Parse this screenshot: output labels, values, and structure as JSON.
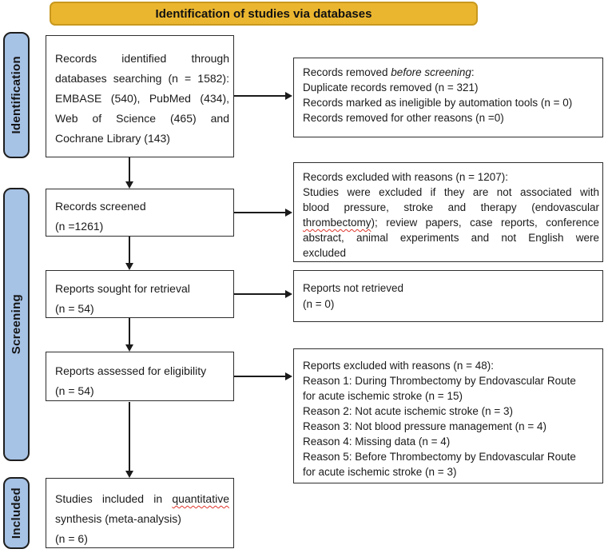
{
  "banner": {
    "label": "Identification of studies via databases"
  },
  "sidebar": {
    "identification": "Identification",
    "screening": "Screening",
    "included": "Included"
  },
  "boxes": {
    "records_identified": {
      "lines": [
        "Records identified through",
        "databases searching (n = 1582):",
        "EMBASE (540), PubMed (434),",
        "Web of Science (465) and",
        "Cochrane Library (143)"
      ]
    },
    "records_screened": {
      "lines": [
        "Records screened",
        "(n =1261)"
      ]
    },
    "reports_sought": {
      "lines": [
        "Reports sought for retrieval",
        "(n = 54)"
      ]
    },
    "reports_assessed": {
      "lines": [
        "Reports assessed for eligibility",
        "(n = 54)"
      ]
    },
    "studies_included": {
      "line1_pre": "Studies included in ",
      "line1_misspelled": "quantitative",
      "line2": "synthesis (meta-analysis)",
      "line3": "(n = 6)"
    }
  },
  "side_boxes": {
    "records_removed": {
      "line1_pre": "Records removed ",
      "line1_italic": "before screening",
      "line1_post": ":",
      "line2": "Duplicate records removed (n = 321)",
      "line3": "Records marked as ineligible by automation tools (n = 0)",
      "line4": "Records removed for other reasons (n =0)"
    },
    "records_excluded": {
      "line1": "Records excluded with reasons (n = 1207):",
      "body_line1": "Studies were excluded if they are not associated with",
      "body_line2": "blood pressure, stroke and therapy (endovascular",
      "body_line3_misspelled": "thrombectomy",
      "body_line3_rest": "); review papers, case reports, conference",
      "body_line4": "abstract, animal experiments and not English were",
      "body_line5": "excluded"
    },
    "reports_not_retrieved": {
      "lines": [
        "Reports not retrieved",
        "(n = 0)"
      ]
    },
    "reports_excluded": {
      "lines": [
        "Reports excluded with reasons (n = 48):",
        "Reason 1: During Thrombectomy by Endovascular Route",
        "for acute ischemic stroke (n = 15)",
        "Reason 2: Not acute ischemic stroke (n = 3)",
        "Reason 3: Not blood pressure management (n = 4)",
        "Reason 4: Missing data (n = 4)",
        "Reason 5: Before Thrombectomy by Endovascular Route",
        "for acute ischemic stroke (n = 3)"
      ]
    }
  },
  "colors": {
    "banner_bg": "#EBB62F",
    "banner_border": "#C8991E",
    "sidebar_bg": "#A6C2E5",
    "sidebar_border": "#1E1E1E",
    "box_border": "#2E2E2E",
    "arrow": "#1A1A1A",
    "spellcheck_squiggle": "#E0352C",
    "text": "#1A1A1A"
  }
}
